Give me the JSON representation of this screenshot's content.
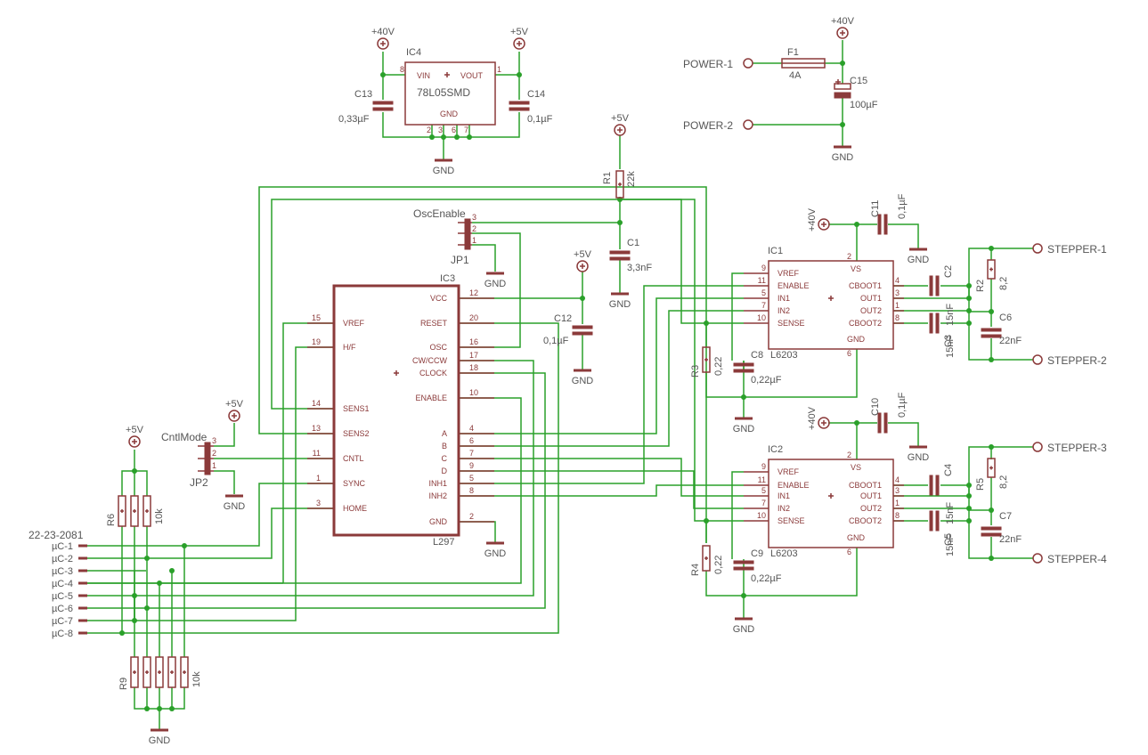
{
  "ic4": {
    "name": "IC4",
    "value": "78L05SMD",
    "vin": "VIN",
    "vout": "VOUT",
    "gnd": "GND",
    "p8": "8",
    "p1": "1",
    "p2": "2",
    "p3": "3",
    "p6": "6",
    "p7": "7"
  },
  "ic3": {
    "name": "IC3",
    "value": "L297",
    "left_pins": [
      {
        "num": "15",
        "label": "VREF"
      },
      {
        "num": "19",
        "label": "H/F"
      },
      {
        "num": "14",
        "label": "SENS1"
      },
      {
        "num": "13",
        "label": "SENS2"
      },
      {
        "num": "11",
        "label": "CNTL"
      },
      {
        "num": "1",
        "label": "SYNC"
      },
      {
        "num": "3",
        "label": "HOME"
      }
    ],
    "right_pins": [
      {
        "num": "12",
        "label": "VCC"
      },
      {
        "num": "20",
        "label": "RESET"
      },
      {
        "num": "16",
        "label": "OSC"
      },
      {
        "num": "17",
        "label": "CW/CCW"
      },
      {
        "num": "18",
        "label": "CLOCK"
      },
      {
        "num": "10",
        "label": "ENABLE"
      },
      {
        "num": "4",
        "label": "A"
      },
      {
        "num": "6",
        "label": "B"
      },
      {
        "num": "7",
        "label": "C"
      },
      {
        "num": "9",
        "label": "D"
      },
      {
        "num": "5",
        "label": "INH1"
      },
      {
        "num": "8",
        "label": "INH2"
      },
      {
        "num": "2",
        "label": "GND"
      }
    ]
  },
  "ic1": {
    "name": "IC1",
    "value": "L6203",
    "left_pins": [
      {
        "num": "9",
        "label": "VREF"
      },
      {
        "num": "11",
        "label": "ENABLE"
      },
      {
        "num": "5",
        "label": "IN1"
      },
      {
        "num": "7",
        "label": "IN2"
      },
      {
        "num": "10",
        "label": "SENSE"
      }
    ],
    "right_pins": [
      {
        "num": "2",
        "label": "VS"
      },
      {
        "num": "4",
        "label": "CBOOT1"
      },
      {
        "num": "3",
        "label": "OUT1"
      },
      {
        "num": "1",
        "label": "OUT2"
      },
      {
        "num": "8",
        "label": "CBOOT2"
      },
      {
        "num": "6",
        "label": "GND"
      }
    ]
  },
  "ic2": {
    "name": "IC2",
    "value": "L6203",
    "left_pins": [
      {
        "num": "9",
        "label": "VREF"
      },
      {
        "num": "11",
        "label": "ENABLE"
      },
      {
        "num": "5",
        "label": "IN1"
      },
      {
        "num": "7",
        "label": "IN2"
      },
      {
        "num": "10",
        "label": "SENSE"
      }
    ],
    "right_pins": [
      {
        "num": "2",
        "label": "VS"
      },
      {
        "num": "4",
        "label": "CBOOT1"
      },
      {
        "num": "3",
        "label": "OUT1"
      },
      {
        "num": "1",
        "label": "OUT2"
      },
      {
        "num": "8",
        "label": "CBOOT2"
      },
      {
        "num": "6",
        "label": "GND"
      }
    ]
  },
  "supplies": {
    "p40v": "+40V",
    "p5v": "+5V",
    "gnd": "GND"
  },
  "parts": {
    "c13": "C13",
    "c13_val": "0,33µF",
    "c14": "C14",
    "c14_val": "0,1µF",
    "c1": "C1",
    "c1_val": "3,3nF",
    "c12": "C12",
    "c12_val": "0,1µF",
    "r1": "R1",
    "r1_val": "22k",
    "f1": "F1",
    "f1_val": "4A",
    "c15": "C15",
    "c15_val": "100µF",
    "c11": "C11",
    "c11_val": "0,1µF",
    "c10": "C10",
    "c10_val": "0,1µF",
    "c2": "C2",
    "c2_val": "15nF",
    "c3": "C3",
    "c3_val": "15nF",
    "c4": "C4",
    "c4_val": "15nF",
    "c5": "C5",
    "c5_val": "15nF",
    "c6": "C6",
    "c6_val": "22nF",
    "c7": "C7",
    "c7_val": "22nF",
    "c8": "C8",
    "c8_val": "0,22µF",
    "c9": "C9",
    "c9_val": "0,22µF",
    "r2": "R2",
    "r2_val": "8,2",
    "r5": "R5",
    "r5_val": "8,2",
    "r3": "R3",
    "r3_val": "0,22",
    "r4": "R4",
    "r4_val": "0,22",
    "r6": "R6",
    "r6_val": "10k",
    "r9": "R9",
    "r9_val": "10k",
    "jp1": "JP1",
    "jp1_name": "OscEnable",
    "jp2": "JP2",
    "jp2_name": "CntlMode"
  },
  "connectors": {
    "power1": "POWER-1",
    "power2": "POWER-2",
    "stepper1": "STEPPER-1",
    "stepper2": "STEPPER-2",
    "stepper3": "STEPPER-3",
    "stepper4": "STEPPER-4",
    "header": "22-23-2081",
    "uc": [
      "µC-1",
      "µC-2",
      "µC-3",
      "µC-4",
      "µC-5",
      "µC-6",
      "µC-7",
      "µC-8"
    ]
  },
  "colors": {
    "wire": "#2aa02a",
    "symbol": "#8b3a3a",
    "text": "#555555"
  }
}
